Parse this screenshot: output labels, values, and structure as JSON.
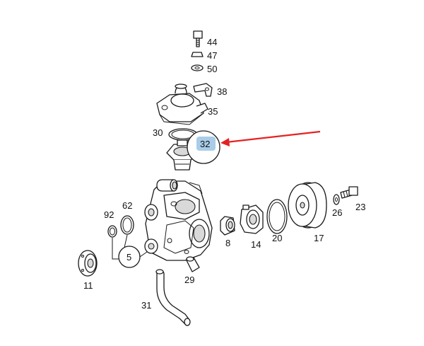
{
  "diagram": {
    "labels": {
      "p44": "44",
      "p47": "47",
      "p50": "50",
      "p38": "38",
      "p35": "35",
      "p30": "30",
      "p32": "32",
      "p62": "62",
      "p92": "92",
      "p5": "5",
      "p8": "8",
      "p14": "14",
      "p20": "20",
      "p17": "17",
      "p26": "26",
      "p23": "23",
      "p11": "11",
      "p29": "29",
      "p31": "31"
    },
    "highlight": {
      "part": "32",
      "color": "#a9cde8",
      "arrow_color": "#e52222"
    }
  }
}
